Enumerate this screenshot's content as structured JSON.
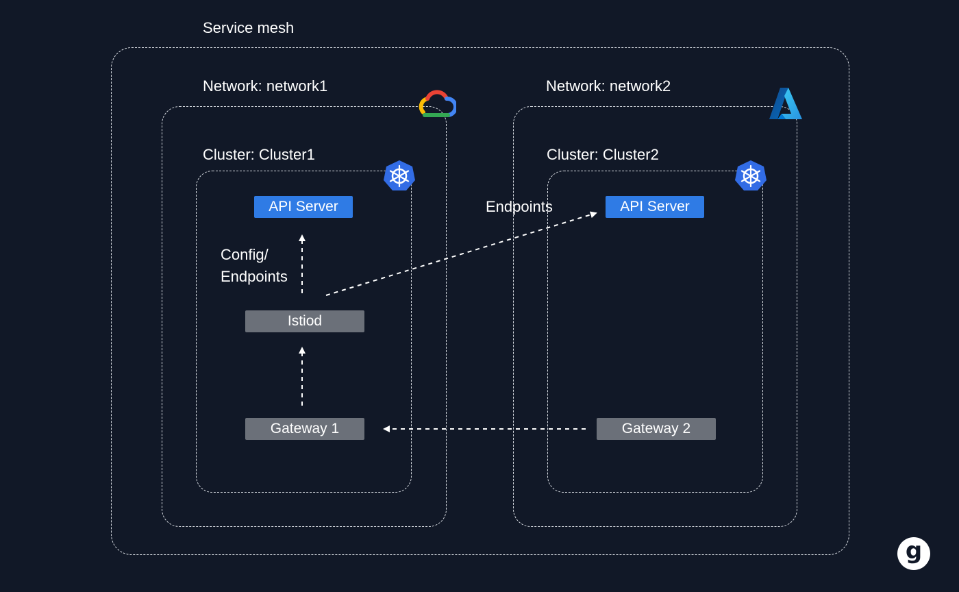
{
  "diagram": {
    "mesh_label": "Service mesh",
    "network1_label": "Network: network1",
    "network2_label": "Network: network2",
    "cluster1_label": "Cluster: Cluster1",
    "cluster2_label": "Cluster: Cluster2",
    "api_server_1": "API Server",
    "api_server_2": "API Server",
    "istiod": "Istiod",
    "gateway_1": "Gateway 1",
    "gateway_2": "Gateway 2",
    "config_label_line1": "Config/",
    "config_label_line2": "Endpoints",
    "endpoints_label": "Endpoints",
    "logo_letter": "g"
  },
  "icons": {
    "network1": "google-cloud-icon",
    "network2": "azure-icon",
    "cluster": "kubernetes-icon",
    "brand": "logo-icon"
  },
  "colors": {
    "background": "#111827",
    "api_server": "#2f7be5",
    "gray_node": "#6b7079",
    "dashed_border": "#d9dde3",
    "kubernetes": "#326ce5"
  }
}
